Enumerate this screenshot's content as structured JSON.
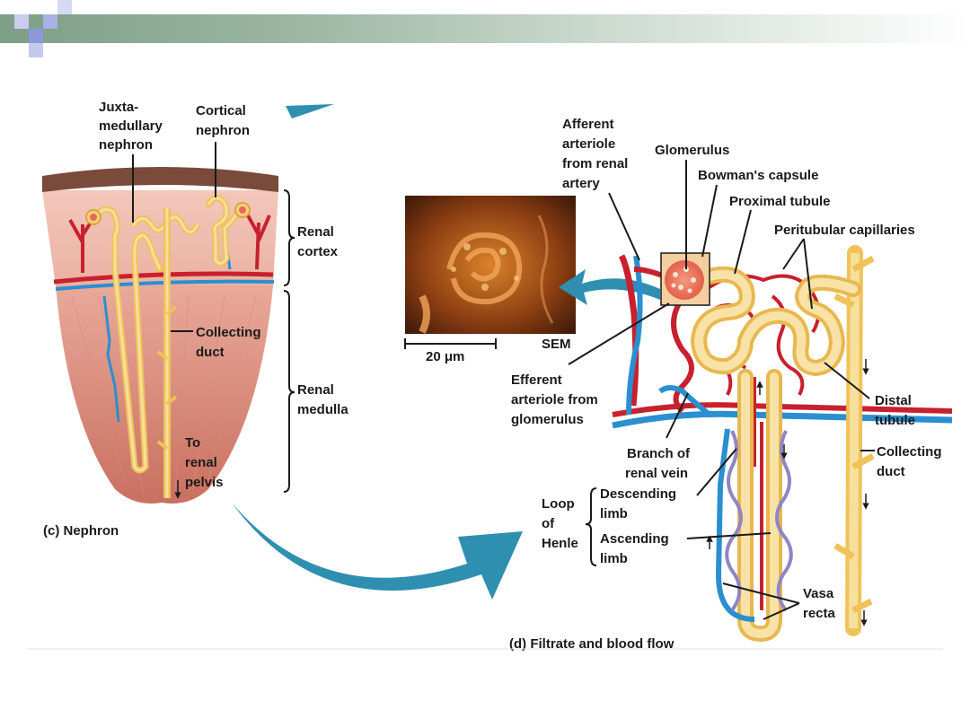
{
  "left_panel": {
    "juxta_lines": [
      "Juxta-",
      "medullary",
      "nephron"
    ],
    "cortical_lines": [
      "Cortical",
      "nephron"
    ],
    "renal_cortex_lines": [
      "Renal",
      "cortex"
    ],
    "collecting_duct_lines": [
      "Collecting",
      "duct"
    ],
    "renal_medulla_lines": [
      "Renal",
      "medulla"
    ],
    "to_renal_pelvis_lines": [
      "To",
      "renal",
      "pelvis"
    ],
    "caption": "(c) Nephron"
  },
  "sem": {
    "scale_label": "20 μm",
    "tag": "SEM"
  },
  "right_panel": {
    "afferent_lines": [
      "Afferent",
      "arteriole",
      "from renal",
      "artery"
    ],
    "glomerulus": "Glomerulus",
    "bowmans_capsule": "Bowman's capsule",
    "proximal_tubule": "Proximal tubule",
    "peritubular_capillaries": "Peritubular capillaries",
    "efferent_lines": [
      "Efferent",
      "arteriole from",
      "glomerulus"
    ],
    "distal_tubule_lines": [
      "Distal",
      "tubule"
    ],
    "branch_renal_vein_lines": [
      "Branch of",
      "renal vein"
    ],
    "collecting_duct_lines": [
      "Collecting",
      "duct"
    ],
    "loop_of_henle_lines": [
      "Loop",
      "of",
      "Henle"
    ],
    "descending_limb_lines": [
      "Descending",
      "limb"
    ],
    "ascending_limb_lines": [
      "Ascending",
      "limb"
    ],
    "vasa_recta_lines": [
      "Vasa",
      "recta"
    ],
    "caption": "(d) Filtrate and blood flow"
  },
  "colors": {
    "artery_red": "#c8202e",
    "vein_blue": "#2a8fd0",
    "tubule_tan": "#f3d27a",
    "arrow_teal": "#2e8fb0",
    "vasa_purple": "#8f86c4"
  }
}
